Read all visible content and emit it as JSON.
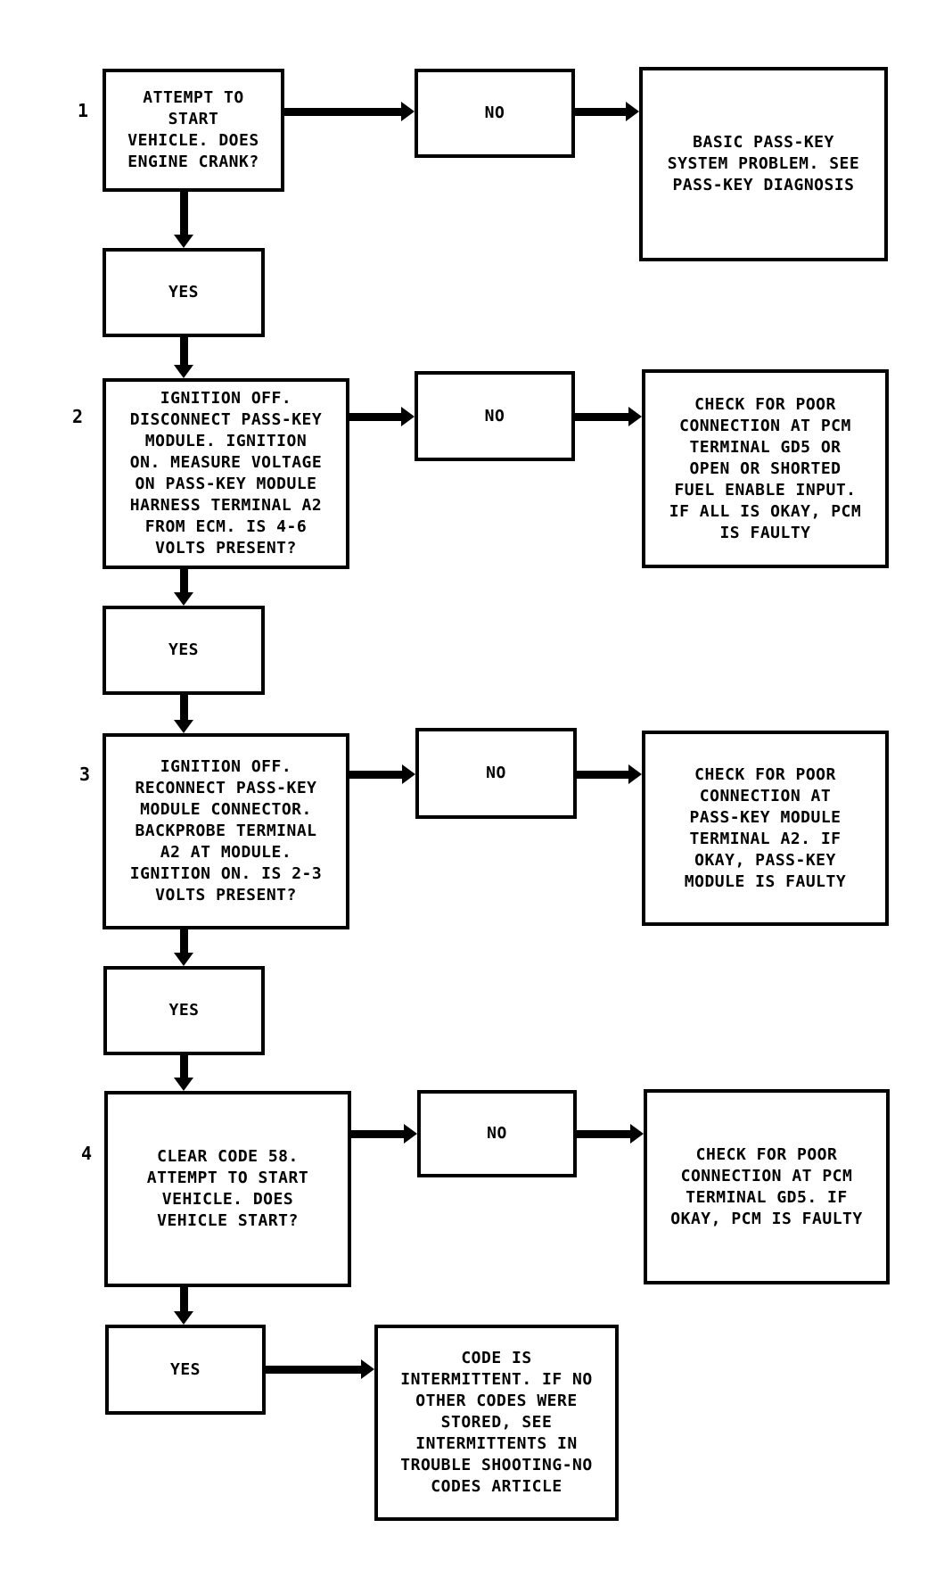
{
  "colors": {
    "ink": "#000000",
    "paper": "#ffffff"
  },
  "flowchart": {
    "steps": [
      {
        "number": "1",
        "question": "ATTEMPT TO\nSTART\nVEHICLE. DOES\nENGINE CRANK?",
        "no_label": "NO",
        "yes_label": "YES",
        "no_result": "BASIC PASS-KEY\nSYSTEM PROBLEM. SEE\nPASS-KEY DIAGNOSIS"
      },
      {
        "number": "2",
        "question": "IGNITION OFF.\nDISCONNECT PASS-KEY\nMODULE. IGNITION\nON. MEASURE VOLTAGE\nON PASS-KEY MODULE\nHARNESS TERMINAL A2\nFROM ECM. IS 4-6\nVOLTS PRESENT?",
        "no_label": "NO",
        "yes_label": "YES",
        "no_result": "CHECK FOR POOR\nCONNECTION AT PCM\nTERMINAL GD5 OR\nOPEN OR SHORTED\nFUEL ENABLE INPUT.\nIF ALL IS OKAY, PCM\nIS FAULTY"
      },
      {
        "number": "3",
        "question": "IGNITION OFF.\nRECONNECT PASS-KEY\nMODULE CONNECTOR.\nBACKPROBE TERMINAL\nA2 AT MODULE.\nIGNITION ON. IS 2-3\nVOLTS PRESENT?",
        "no_label": "NO",
        "yes_label": "YES",
        "no_result": "CHECK FOR POOR\nCONNECTION AT\nPASS-KEY MODULE\nTERMINAL A2. IF\nOKAY, PASS-KEY\nMODULE IS FAULTY"
      },
      {
        "number": "4",
        "question": "CLEAR CODE 58.\nATTEMPT TO START\nVEHICLE. DOES\nVEHICLE START?",
        "no_label": "NO",
        "yes_label": "YES",
        "no_result": "CHECK FOR POOR\nCONNECTION AT PCM\nTERMINAL GD5. IF\nOKAY, PCM IS FAULTY"
      }
    ],
    "final_result": "CODE IS\nINTERMITTENT. IF NO\nOTHER CODES WERE\nSTORED, SEE\nINTERMITTENTS IN\nTROUBLE SHOOTING-NO\nCODES ARTICLE"
  }
}
